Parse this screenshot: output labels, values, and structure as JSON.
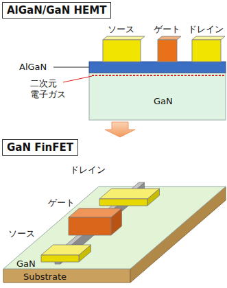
{
  "diagram": {
    "nodes": [
      {
        "text": [
          "AlGaN/GaN HEMT"
        ]
      },
      {
        "text": [
          "GaN FinFET"
        ]
      }
    ],
    "edges": [
      {
        "from": 0,
        "to": 1,
        "arrow": "to"
      }
    ],
    "labels": [
      "ソース",
      "ゲート",
      "ドレイン",
      "AlGaN",
      "二次元 電子ガス",
      "GaN",
      "ドレイン",
      "ゲート",
      "ソース",
      "GaN",
      "Substrate"
    ]
  }
}
